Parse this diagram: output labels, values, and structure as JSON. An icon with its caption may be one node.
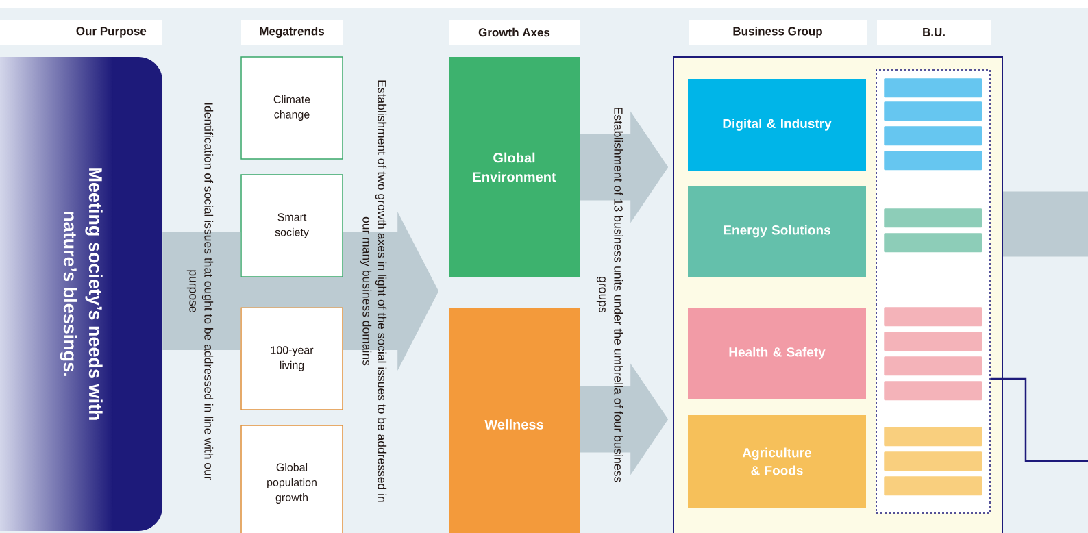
{
  "diagram": {
    "nodes": [
      {
        "text": [
          "Meeting society’s needs with nature’s blessings."
        ]
      },
      {
        "text": [
          "Climate change"
        ]
      },
      {
        "text": [
          "Smart society"
        ]
      },
      {
        "text": [
          "100-year living"
        ]
      },
      {
        "text": [
          "Global population growth"
        ]
      },
      {
        "text": [
          "Global Environment"
        ]
      },
      {
        "text": [
          "Wellness"
        ]
      },
      {
        "text": [],
        "shape": "box"
      },
      {
        "text": [
          "Digital & Industry"
        ],
        "in": 7
      },
      {
        "text": [
          "Energy Solutions"
        ],
        "in": 7
      },
      {
        "text": [
          "Health & Safety"
        ],
        "in": 7
      },
      {
        "text": [
          "Agriculture & Foods"
        ],
        "in": 7
      },
      {
        "text": [],
        "shape": "box",
        "in": 7
      },
      {
        "text": [],
        "shape": "bar",
        "in": 12
      },
      {
        "text": [],
        "shape": "bar",
        "in": 12
      },
      {
        "text": [],
        "shape": "bar",
        "in": 12
      },
      {
        "text": [],
        "shape": "bar",
        "in": 12
      },
      {
        "text": [],
        "shape": "bar",
        "in": 12
      },
      {
        "text": [],
        "shape": "bar",
        "in": 12
      },
      {
        "text": [],
        "shape": "bar",
        "in": 12
      },
      {
        "text": [],
        "shape": "bar",
        "in": 12
      },
      {
        "text": [],
        "shape": "bar",
        "in": 12
      },
      {
        "text": [],
        "shape": "bar",
        "in": 12
      },
      {
        "text": [],
        "shape": "bar",
        "in": 12
      },
      {
        "text": [],
        "shape": "bar",
        "in": 12
      },
      {
        "text": [],
        "shape": "bar",
        "in": 12
      }
    ],
    "edges": [
      {
        "from": 0,
        "to": null,
        "arrow": "to",
        "style": "thick"
      },
      {
        "from": 5,
        "to": 7,
        "arrow": "to",
        "style": "thick"
      },
      {
        "from": 6,
        "to": 7,
        "arrow": "to",
        "style": "thick"
      },
      {
        "from": 7,
        "to": null,
        "arrow": "none",
        "style": "thick"
      },
      {
        "from": 12,
        "to": null,
        "arrow": "none",
        "color": "#1d1a7a"
      }
    ],
    "labels": [
      "Our Purpose",
      "Megatrends",
      "Growth Axes",
      "Business Group",
      "B.U.",
      "Identification of social issues that ought to be addressed in line with our purpose",
      "Establishment of two growth axes in light of the social issues to be addressed in our many business domains",
      "Establishment of 13 business units under the umbrella of four business groups"
    ]
  }
}
